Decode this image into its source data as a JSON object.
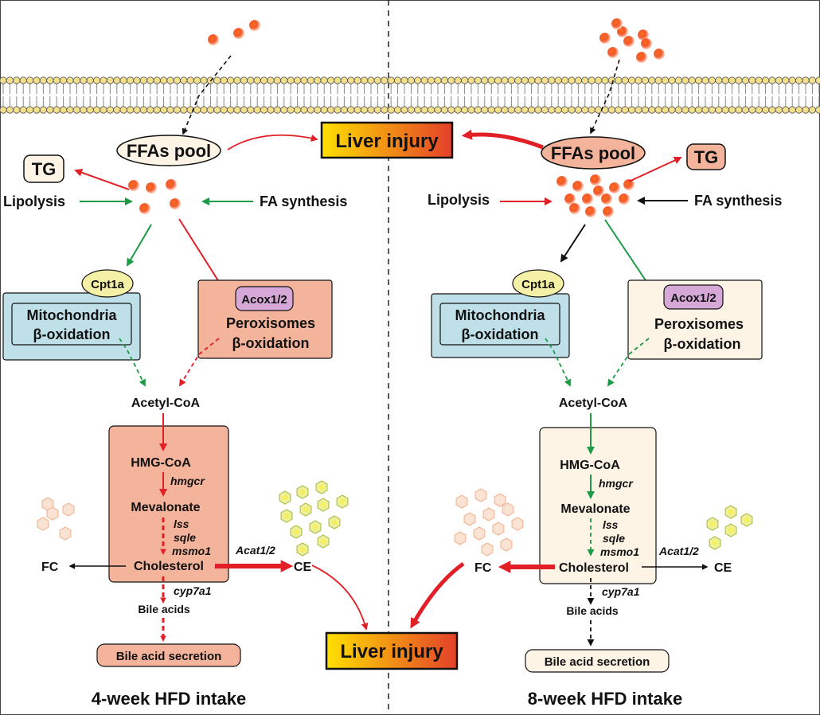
{
  "colors": {
    "red": "#e21f26",
    "green": "#1d9a45",
    "black": "#111111",
    "droplet": "#ef5a2a",
    "salmon_box": "#f4b39b",
    "cream_box": "#fdf4e6",
    "mito_box": "#bfe0e8",
    "acox_badge": "#d6a8d8",
    "cpt_badge": "#f4f0a6",
    "liver_injury_gradient": [
      "#ffe000",
      "#e4402a"
    ],
    "phospholipid_head": "#f4e08a"
  },
  "divider": "vertical-dashed-center",
  "left_panel": {
    "caption": "4-week HFD intake",
    "ffas_pool": "FFAs pool",
    "tg": "TG",
    "lipolysis": "Lipolysis",
    "fa_synthesis": "FA synthesis",
    "cpt1a": "Cpt1a",
    "mitochondria_line1": "Mitochondria",
    "mitochondria_line2": "β-oxidation",
    "acox": "Acox1/2",
    "peroxisomes_line1": "Peroxisomes",
    "peroxisomes_line2": "β-oxidation",
    "acetyl_coa": "Acetyl-CoA",
    "hmg_coa": "HMG-CoA",
    "hmgcr": "hmgcr",
    "mevalonate": "Mevalonate",
    "lss": "lss",
    "sqle": "sqle",
    "msmo1": "msmo1",
    "cholesterol": "Cholesterol",
    "fc": "FC",
    "acat": "Acat1/2",
    "ce": "CE",
    "cyp7a1": "cyp7a1",
    "bile_acids": "Bile acids",
    "bile_acid_secretion": "Bile acid secretion"
  },
  "right_panel": {
    "caption": "8-week HFD intake",
    "ffas_pool": "FFAs pool",
    "tg": "TG",
    "lipolysis": "Lipolysis",
    "fa_synthesis": "FA synthesis",
    "cpt1a": "Cpt1a",
    "mitochondria_line1": "Mitochondria",
    "mitochondria_line2": "β-oxidation",
    "acox": "Acox1/2",
    "peroxisomes_line1": "Peroxisomes",
    "peroxisomes_line2": "β-oxidation",
    "acetyl_coa": "Acetyl-CoA",
    "hmg_coa": "HMG-CoA",
    "hmgcr": "hmgcr",
    "mevalonate": "Mevalonate",
    "lss": "lss",
    "sqle": "sqle",
    "msmo1": "msmo1",
    "cholesterol": "Cholesterol",
    "fc": "FC",
    "acat": "Acat1/2",
    "ce": "CE",
    "cyp7a1": "cyp7a1",
    "bile_acids": "Bile acids",
    "bile_acid_secretion": "Bile acid secretion"
  },
  "liver_injury_top": "Liver injury",
  "liver_injury_bottom": "Liver injury"
}
